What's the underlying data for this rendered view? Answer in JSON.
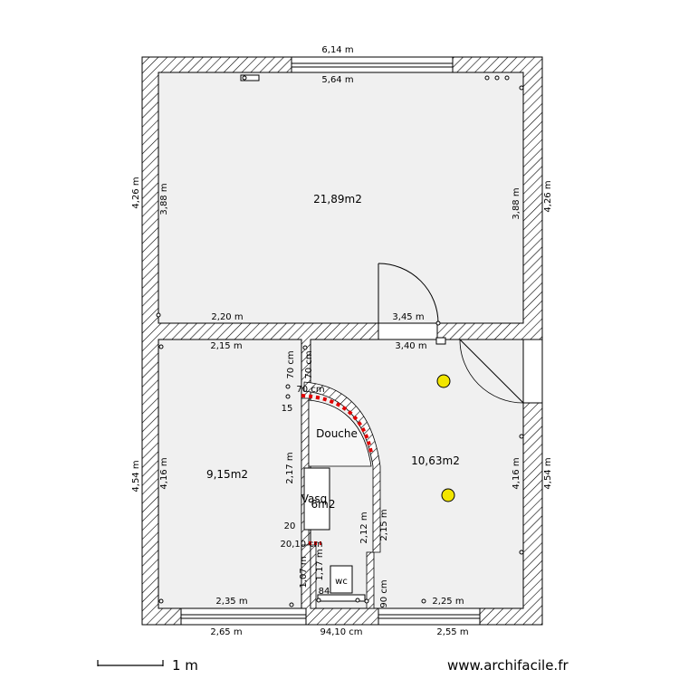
{
  "rooms": {
    "living": "21,89m2",
    "bedroom": "9,15m2",
    "right": "10,63m2",
    "bath": "6m2"
  },
  "labels": {
    "shower": "Douche",
    "vasque": "Vasq",
    "wc": "wc"
  },
  "dimensions": {
    "top_outer": "6,14 m",
    "top_inner": "5,64 m",
    "left_outer_top": "4,26 m",
    "left_inner_top": "3,88 m",
    "right_inner_top": "3,88 m",
    "right_outer_top": "4,26 m",
    "mid_left_a": "2,20 m",
    "mid_right_a": "3,45 m",
    "mid_left_b": "2,15 m",
    "mid_right_b": "3,40 m",
    "part_v1": "70 cm",
    "part_v2": "70 cm",
    "part_h_small": "70 cm",
    "left_outer_bot": "4,54 m",
    "left_inner_bot": "4,16 m",
    "right_inner_bot": "4,16 m",
    "right_outer_bot": "4,54 m",
    "bath_left": "2,17 m",
    "bath_mid1": "2,12 m",
    "bath_mid2": "2,15 m",
    "n15": "15",
    "n20": "20",
    "n20_10": "20,10 cm",
    "wc_a": "1,07 m",
    "wc_b": "1,17 m",
    "n84": "84",
    "n90": "90 cm",
    "bot_left_in": "2,35 m",
    "bot_right_in": "2,25 m",
    "bot_left_out": "2,65 m",
    "bot_mid_out": "94,10 cm",
    "bot_right_out": "2,55 m"
  },
  "scale_label": "1 m",
  "watermark": "www.archifacile.fr",
  "colors": {
    "wall": "#000000",
    "floor": "#f0f0f0",
    "light": "#f2e600",
    "shower_edge": "#e00000"
  }
}
